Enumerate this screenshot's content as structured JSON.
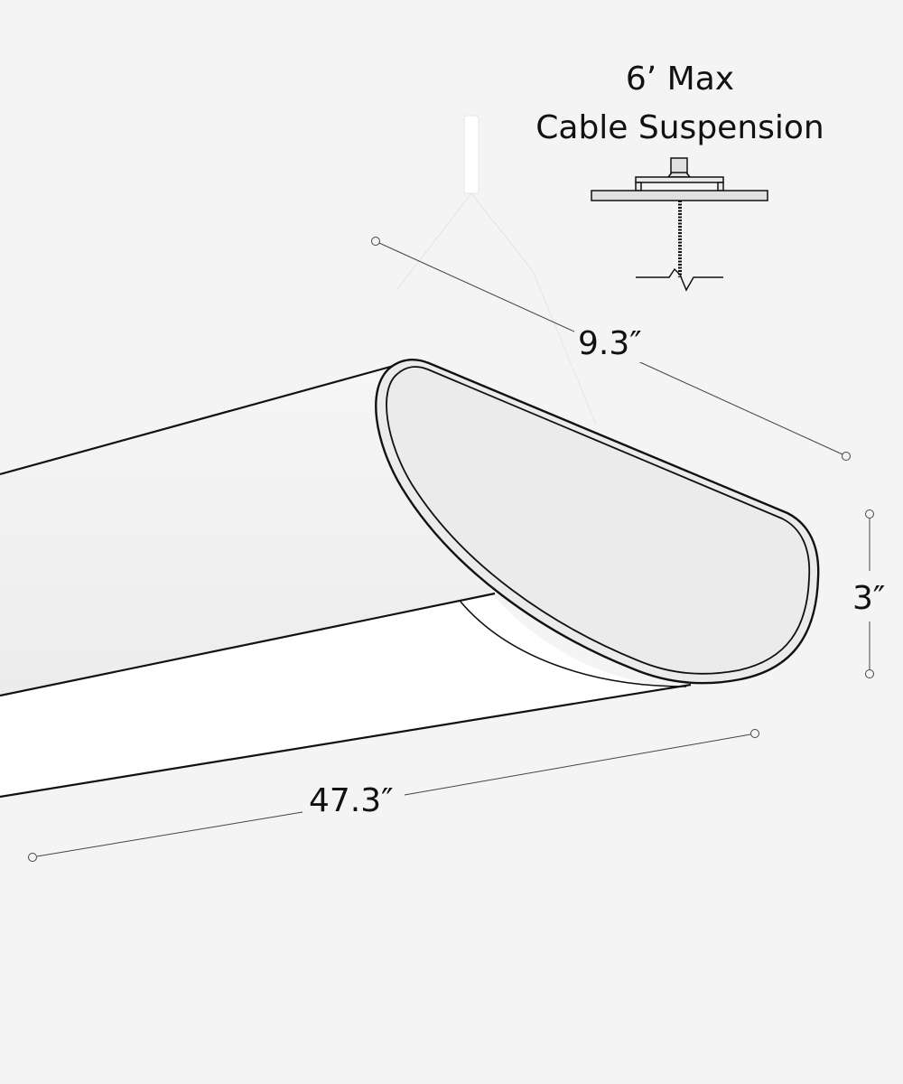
{
  "title": {
    "line1": "6’ Max",
    "line2": "Cable Suspension"
  },
  "dimensions": {
    "depth": "9.3″",
    "height": "3″",
    "length": "47.3″"
  },
  "colors": {
    "background": "#f4f4f4",
    "stroke": "#111111",
    "cap_fill": "#ebebeb",
    "lens_fill": "#ffffff"
  }
}
